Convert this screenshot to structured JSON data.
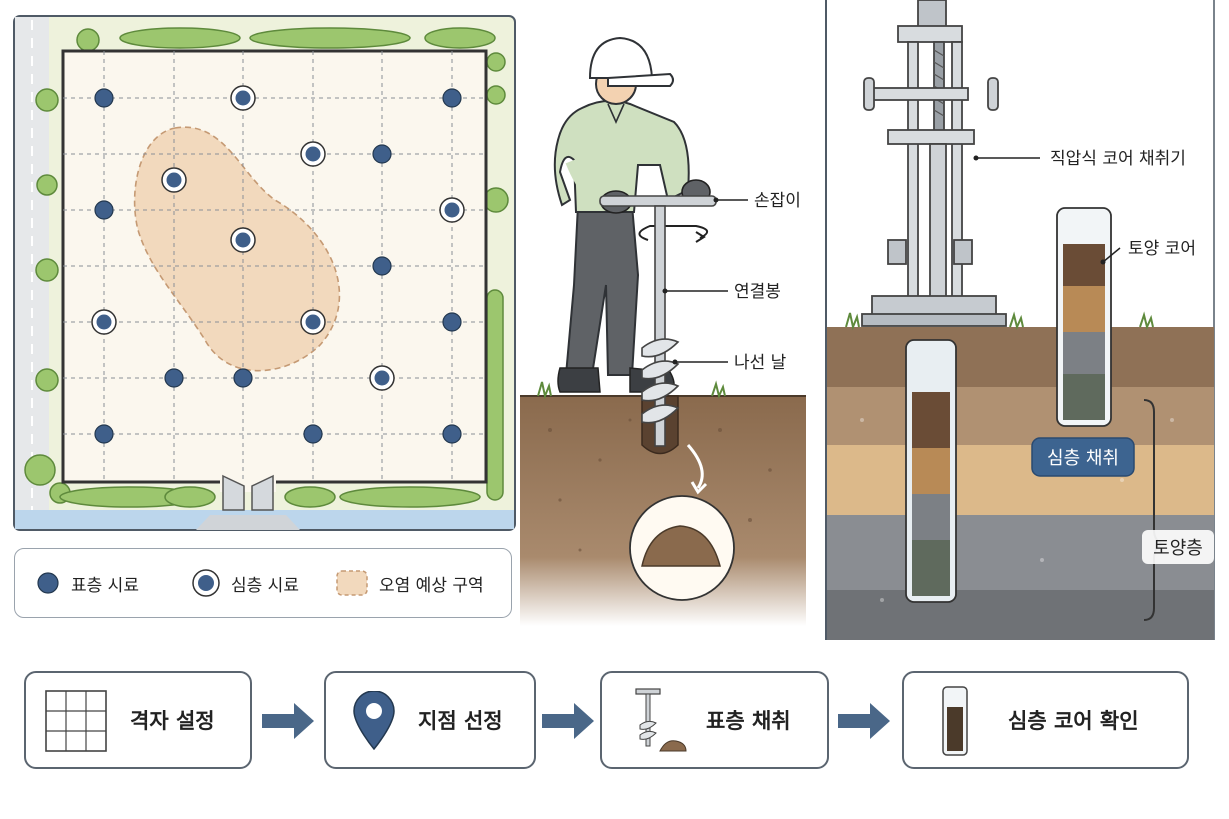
{
  "legend": {
    "surface_sample": "표층 시료",
    "deep_sample": "심층 시료",
    "contamination_zone": "오염 예상 구역"
  },
  "auger": {
    "handle": "손잡이",
    "rod": "연결봉",
    "spiral_blade": "나선 날"
  },
  "core": {
    "sampler": "직압식 코어 채취기",
    "soil_core": "토양 코어",
    "deep_sampling": "심층 채취",
    "soil_layers": "토양층"
  },
  "steps": [
    {
      "label": "격자 설정",
      "icon": "grid-icon"
    },
    {
      "label": "지점 선정",
      "icon": "map-pin-icon"
    },
    {
      "label": "표층 채취",
      "icon": "auger-icon"
    },
    {
      "label": "심층 코어 확인",
      "icon": "core-tube-icon"
    }
  ],
  "colors": {
    "sample_dot": "#3f5f8a",
    "contamination": "#f2d9bd",
    "hedge": "#8fbf5f",
    "soil": "#8a6a4d",
    "badge": "#3d6490"
  }
}
